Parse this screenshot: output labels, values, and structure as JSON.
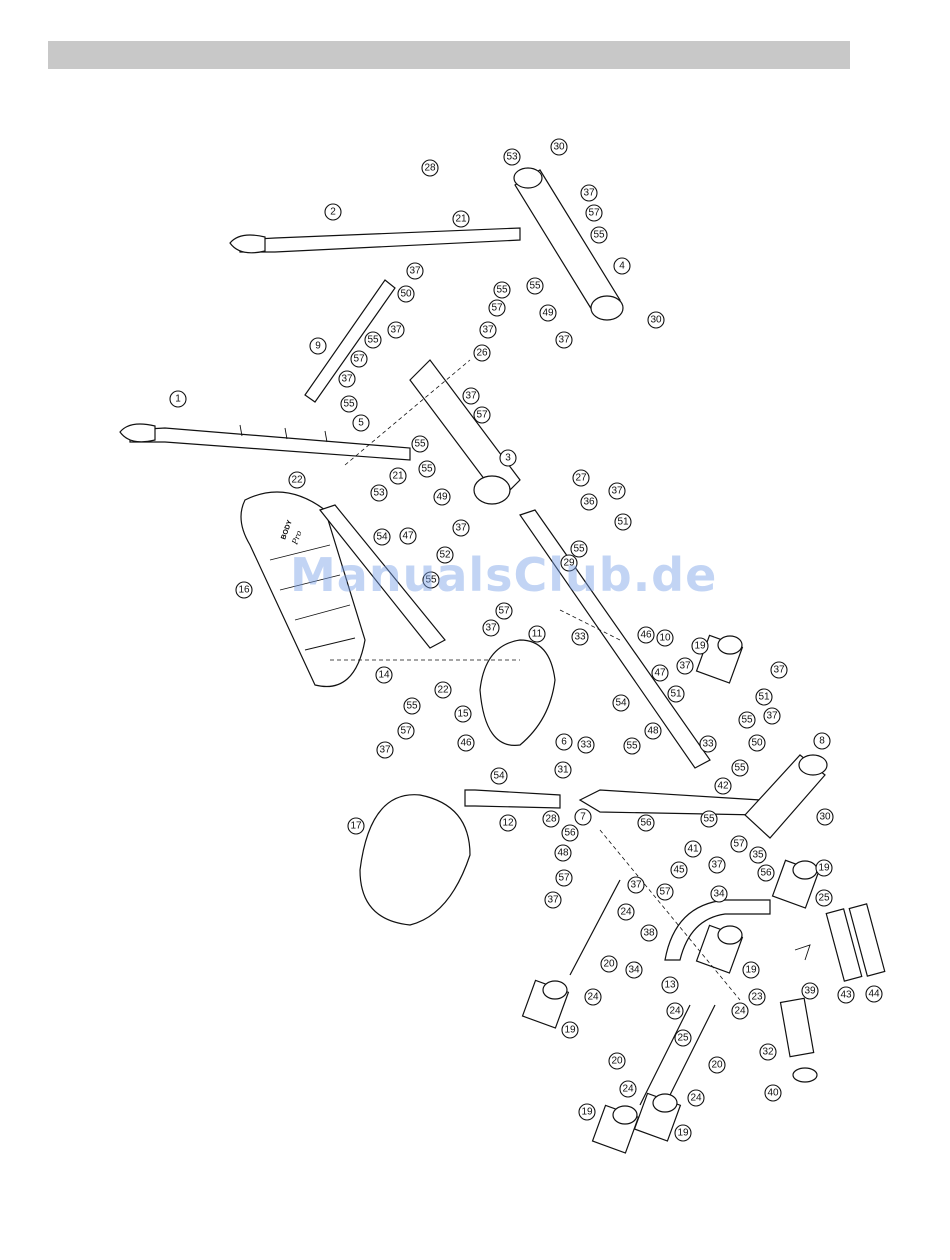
{
  "header": {
    "color": "#c8c8c8"
  },
  "watermark": {
    "text": "ManualsClub.de",
    "color": "#78a0e6"
  },
  "seat_brand": {
    "line1": "BODY",
    "line2": "Pro"
  },
  "diagram": {
    "type": "exploded-parts-view",
    "callouts": [
      "1",
      "2",
      "3",
      "4",
      "5",
      "6",
      "7",
      "8",
      "9",
      "10",
      "11",
      "12",
      "13",
      "14",
      "15",
      "16",
      "17",
      "19",
      "20",
      "21",
      "22",
      "23",
      "24",
      "25",
      "26",
      "27",
      "28",
      "29",
      "30",
      "31",
      "32",
      "33",
      "34",
      "35",
      "36",
      "37",
      "38",
      "39",
      "40",
      "41",
      "42",
      "43",
      "44",
      "45",
      "46",
      "47",
      "48",
      "49",
      "50",
      "51",
      "52",
      "53",
      "54",
      "55",
      "56",
      "57"
    ]
  }
}
